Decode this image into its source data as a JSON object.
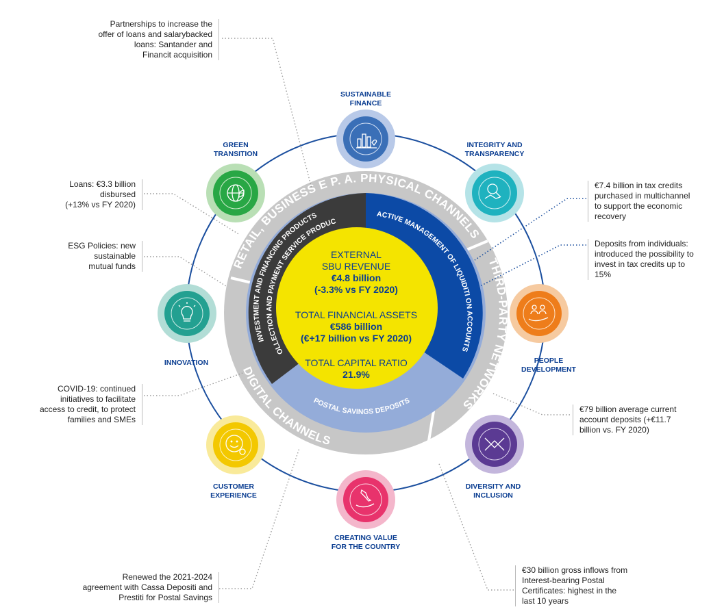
{
  "center": {
    "revenue_label_1": "EXTERNAL",
    "revenue_label_2": "SBU REVENUE",
    "revenue_value": "€4.8 billion",
    "revenue_change": "(-3.3% vs FY 2020)",
    "assets_label": "TOTAL FINANCIAL ASSETS",
    "assets_value": "€586 billion",
    "assets_change": "(€+17 billion vs FY 2020)",
    "capital_label": "TOTAL CAPITAL RATIO",
    "capital_value": "21.9%"
  },
  "inner_ring": {
    "products_1": "INVESTMENT AND FINANCING PRODUCTS",
    "products_2": "COLLECTION AND PAYMENT SERVICE PRODUCTS",
    "liquidity": "ACTIVE MANAGEMENT OF LIQUIDITI ON ACCOUNTS",
    "postal": "POSTAL SAVINGS DEPOSITS"
  },
  "outer_ring": {
    "physical": "RETAIL, BUSINESS E P. A. PHYSICAL CHANNELS",
    "third_party": "THIRD-PARTY NETWORKS",
    "digital": "DIGITAL CHANNELS"
  },
  "pillars": [
    {
      "title_1": "SUSTAINABLE",
      "title_2": "FINANCE",
      "color": "#3a6fb7",
      "icon": "chart-heart-icon"
    },
    {
      "title_1": "INTEGRITY AND",
      "title_2": "TRANSPARENCY",
      "color": "#1fb2bf",
      "icon": "handshake-icon"
    },
    {
      "title_1": "PEOPLE",
      "title_2": "DEVELOPMENT",
      "color": "#ee7d1b",
      "icon": "people-hand-icon"
    },
    {
      "title_1": "DIVERSITY AND",
      "title_2": "INCLUSION",
      "color": "#5b3a93",
      "icon": "joined-hands-icon"
    },
    {
      "title_1": "CREATING VALUE",
      "title_2": "FOR THE COUNTRY",
      "color": "#e8336c",
      "icon": "italy-hand-icon"
    },
    {
      "title_1": "CUSTOMER",
      "title_2": "EXPERIENCE",
      "color": "#f3c800",
      "icon": "smiley-icon"
    },
    {
      "title_1": "INNOVATION",
      "title_2": "",
      "color": "#23a091",
      "icon": "lightbulb-icon"
    },
    {
      "title_1": "GREEN",
      "title_2": "TRANSITION",
      "color": "#28a745",
      "icon": "globe-leaf-icon"
    }
  ],
  "notes": [
    {
      "lines": [
        "Partnerships to increase the",
        "offer of loans and salarybacked",
        "loans: Santander and",
        "Financit acquisition"
      ]
    },
    {
      "lines": [
        "Loans: €3.3 billion",
        "disbursed",
        "(+13% vs FY 2020)"
      ]
    },
    {
      "lines": [
        "ESG Policies: new",
        "sustainable",
        "mutual funds"
      ]
    },
    {
      "lines": [
        "COVID-19: continued",
        "initiatives to facilitate",
        "access to credit, to protect",
        "families and SMEs"
      ]
    },
    {
      "lines": [
        "Renewed the 2021-2024",
        "agreement with Cassa Depositi and",
        "Prestiti for Postal Savings"
      ]
    },
    {
      "lines": [
        "€7.4 billion in tax credits",
        "purchased in multichannel",
        "to support the economic",
        "recovery"
      ]
    },
    {
      "lines": [
        "Deposits from individuals:",
        "introduced the possibility to",
        "invest in tax credits up to",
        "15%"
      ]
    },
    {
      "lines": [
        "€79 billion average current",
        "account deposits (+€11.7",
        "billion vs. FY 2020)"
      ]
    },
    {
      "lines": [
        "€30 billion gross inflows from",
        "Interest-bearing Postal",
        "Certificates: highest in the",
        "last 10 years"
      ]
    }
  ]
}
